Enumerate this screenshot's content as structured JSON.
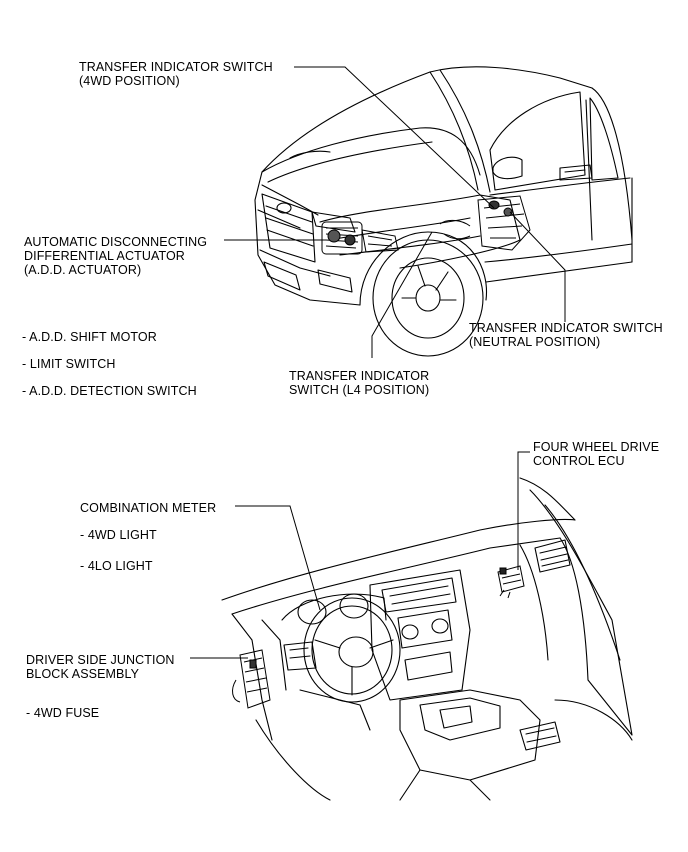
{
  "callouts": {
    "transfer_4wd": {
      "line1": "TRANSFER INDICATOR SWITCH",
      "line2": "(4WD POSITION)"
    },
    "add_actuator": {
      "line1": "AUTOMATIC DISCONNECTING",
      "line2": "DIFFERENTIAL ACTUATOR",
      "line3": "(A.D.D. ACTUATOR)"
    },
    "add_parts": [
      "- A.D.D. SHIFT MOTOR",
      "- LIMIT SWITCH",
      "- A.D.D. DETECTION SWITCH"
    ],
    "transfer_neutral": {
      "line1": "TRANSFER INDICATOR SWITCH",
      "line2": "(NEUTRAL POSITION)"
    },
    "transfer_l4": {
      "line1": "TRANSFER INDICATOR",
      "line2": "SWITCH (L4 POSITION)"
    },
    "ecu": {
      "line1": "FOUR WHEEL DRIVE",
      "line2": "CONTROL ECU"
    },
    "combination_meter": {
      "title": "COMBINATION METER",
      "items": [
        "- 4WD LIGHT",
        "- 4LO LIGHT"
      ]
    },
    "junction_block": {
      "line1": "DRIVER SIDE JUNCTION",
      "line2": "BLOCK ASSEMBLY",
      "item": "- 4WD FUSE"
    }
  }
}
